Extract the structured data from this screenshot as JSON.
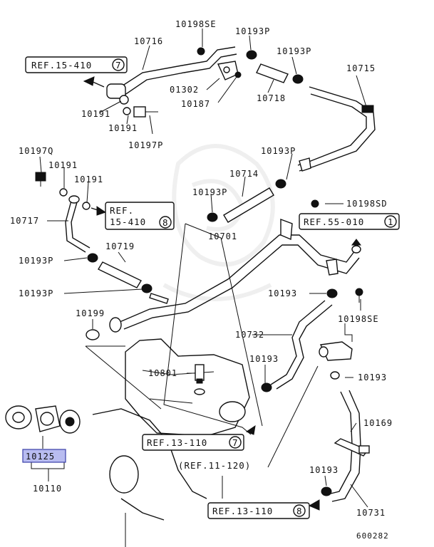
{
  "diagram_id": "600282",
  "parts": {
    "p10198SE_top": "10198SE",
    "p10716": "10716",
    "p10193P_top": "10193P",
    "p10193P_2": "10193P",
    "p10715": "10715",
    "p01302": "01302",
    "p10187": "10187",
    "p10718": "10718",
    "p10191_a": "10191",
    "p10191_b": "10191",
    "p10197P": "10197P",
    "p10197Q": "10197Q",
    "p10191_c": "10191",
    "p10191_d": "10191",
    "p10193P_3": "10193P",
    "p10714": "10714",
    "p10193P_4": "10193P",
    "p10198SD": "10198SD",
    "p10717": "10717",
    "p10701": "10701",
    "p10719": "10719",
    "p10193P_5": "10193P",
    "p10193P_6": "10193P",
    "p10193_a": "10193",
    "p10199": "10199",
    "p10198SE_mid": "10198SE",
    "p10732": "10732",
    "p10193_b": "10193",
    "p10801": "10801",
    "p10193_c": "10193",
    "p10169": "10169",
    "p10125": "10125",
    "p10110": "10110",
    "p10193_d": "10193",
    "p10731": "10731"
  },
  "refs": {
    "ref_15_410_7": {
      "text": "REF.15-410",
      "num": "7"
    },
    "ref_15_410_8_l1": "REF.",
    "ref_15_410_8_l2": "15-410",
    "ref_15_410_8_num": "8",
    "ref_55_010_1": {
      "text": "REF.55-010",
      "num": "1"
    },
    "ref_13_110_7": {
      "text": "REF.13-110",
      "num": "7"
    },
    "ref_11_120": "(REF.11-120)",
    "ref_13_110_8": {
      "text": "REF.13-110",
      "num": "8"
    }
  },
  "highlighted_part": "10125",
  "colors": {
    "highlight_fill": "#b8bcf0",
    "highlight_stroke": "#3a3fa8",
    "line": "#111111"
  }
}
